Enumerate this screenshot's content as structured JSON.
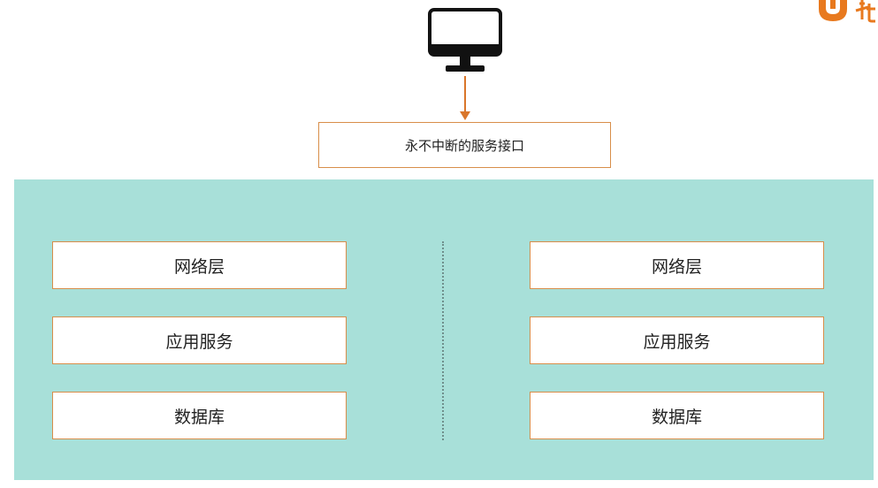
{
  "colors": {
    "panel_background": "#a8e0d9",
    "box_border": "#d88e4a",
    "arrow": "#d9762b",
    "logo": "#e8791e"
  },
  "icons": {
    "client": "desktop-monitor-icon",
    "logo": "brand-logo-icon"
  },
  "api": {
    "label": "永不中断的服务接口"
  },
  "clusters": [
    {
      "layers": [
        "网络层",
        "应用服务",
        "数据库"
      ]
    },
    {
      "layers": [
        "网络层",
        "应用服务",
        "数据库"
      ]
    }
  ]
}
